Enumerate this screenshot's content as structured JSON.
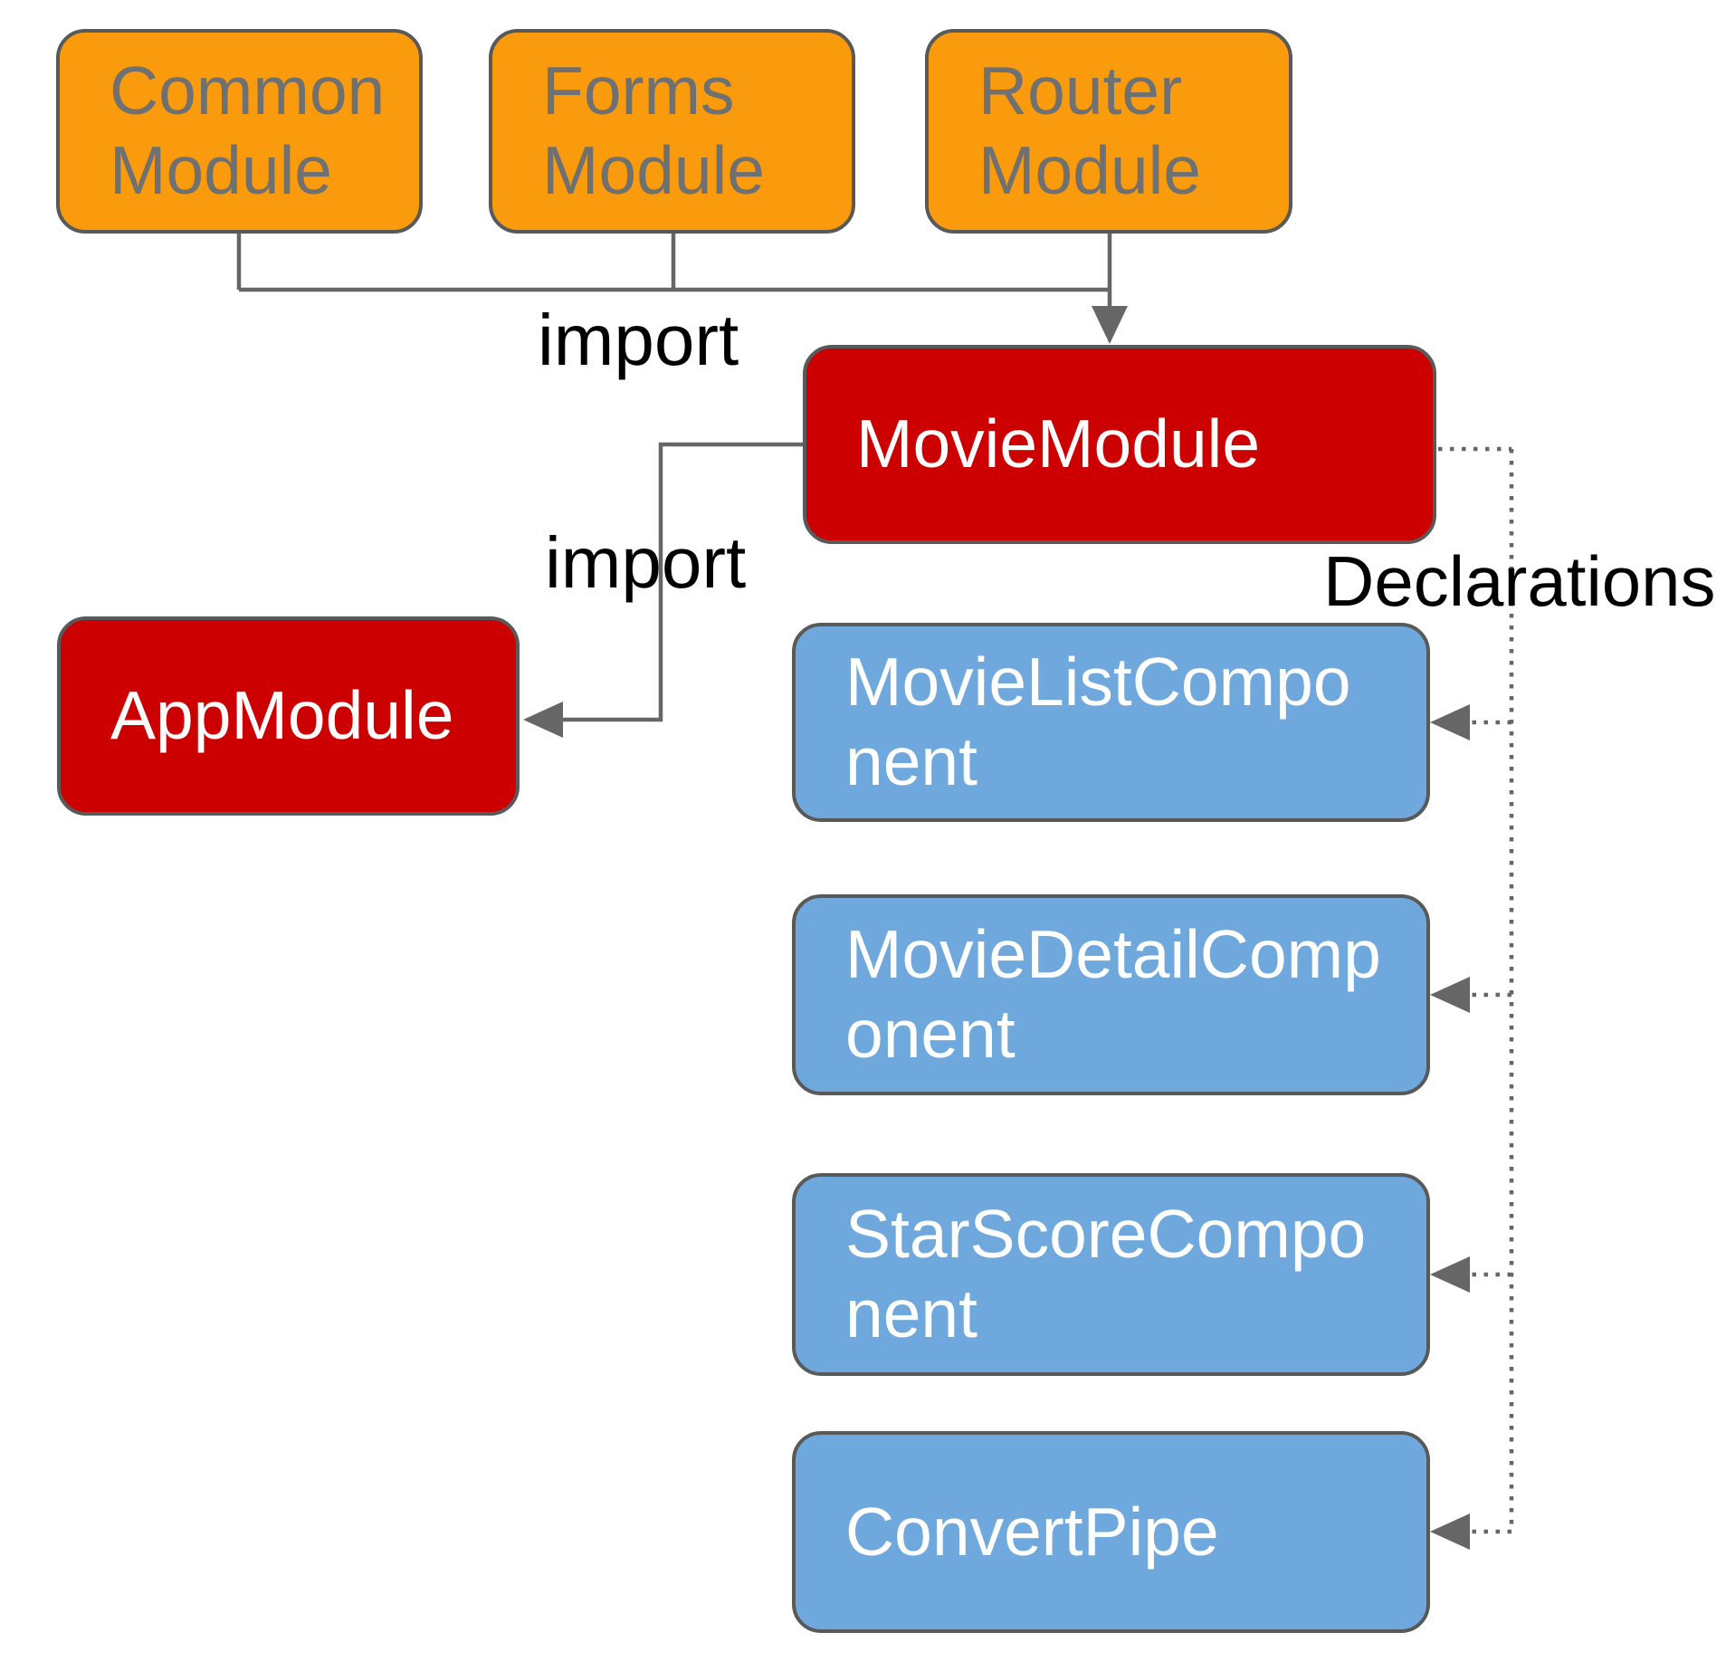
{
  "diagram": {
    "title_hint": "Angular MovieModule dependency diagram",
    "colors": {
      "module_external_fill": "#F99B0C",
      "module_app_fill": "#CC0000",
      "component_fill": "#6FA8DC",
      "box_border": "#595959",
      "connector": "#666666",
      "external_label_text": "#6E7071",
      "box_text": "#FFFFFF",
      "edge_label_text": "#000000",
      "background": "#FFFFFF"
    },
    "nodes": {
      "common_module": {
        "label": "Common\nModule"
      },
      "forms_module": {
        "label": "Forms\nModule"
      },
      "router_module": {
        "label": "Router\nModule"
      },
      "movie_module": {
        "label": "MovieModule"
      },
      "app_module": {
        "label": "AppModule"
      },
      "movie_list_component": {
        "label": "MovieListCompo\nnent"
      },
      "movie_detail_component": {
        "label": "MovieDetailComp\nonent"
      },
      "star_score_component": {
        "label": "StarScoreCompo\nnent"
      },
      "convert_pipe": {
        "label": "ConvertPipe"
      }
    },
    "labels": {
      "import_top": "import",
      "import_left": "import",
      "declarations": "Declarations"
    },
    "edges": [
      {
        "from": "common_module",
        "to": "movie_module",
        "type": "import",
        "style": "solid-arrow"
      },
      {
        "from": "forms_module",
        "to": "movie_module",
        "type": "import",
        "style": "solid-arrow"
      },
      {
        "from": "router_module",
        "to": "movie_module",
        "type": "import",
        "style": "solid-arrow"
      },
      {
        "from": "movie_module",
        "to": "app_module",
        "type": "import",
        "style": "solid-arrow"
      },
      {
        "from": "movie_module",
        "to": "movie_list_component",
        "type": "declarations",
        "style": "dotted-arrow"
      },
      {
        "from": "movie_module",
        "to": "movie_detail_component",
        "type": "declarations",
        "style": "dotted-arrow"
      },
      {
        "from": "movie_module",
        "to": "star_score_component",
        "type": "declarations",
        "style": "dotted-arrow"
      },
      {
        "from": "movie_module",
        "to": "convert_pipe",
        "type": "declarations",
        "style": "dotted-arrow"
      }
    ]
  }
}
